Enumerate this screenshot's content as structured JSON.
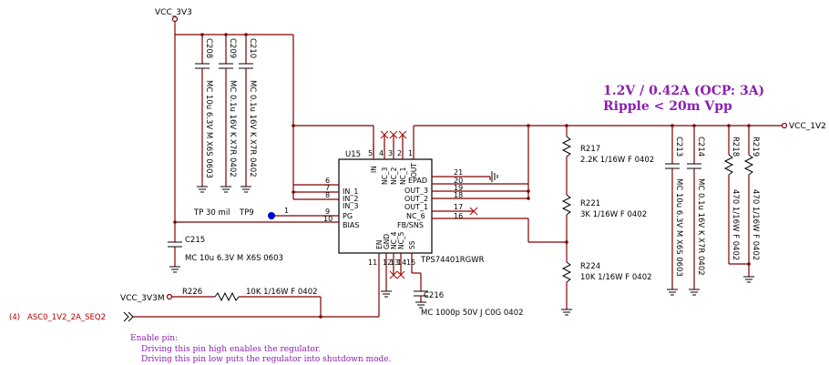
{
  "nets": {
    "vcc_3v3": "VCC_3V3",
    "vcc_1v2": "VCC_1V2",
    "vcc_3v3m": "VCC_3V3M",
    "seq_port_num": "(4)",
    "seq_signal": "ASC0_1V2_2A_SEQ2"
  },
  "spec": {
    "line1": "1.2V / 0.42A (OCP: 3A)",
    "line2": "Ripple < 20m Vpp"
  },
  "ic": {
    "ref": "U15",
    "part": "TPS74401RGWR",
    "left_pins": [
      {
        "num": "6",
        "name": "IN_1"
      },
      {
        "num": "7",
        "name": "IN_2"
      },
      {
        "num": "8",
        "name": "IN_3"
      },
      {
        "num": "9",
        "name": "PG"
      },
      {
        "num": "10",
        "name": "BIAS"
      }
    ],
    "right_pins": [
      {
        "num": "21",
        "name": "EPAD"
      },
      {
        "num": "20",
        "name": "OUT_3"
      },
      {
        "num": "19",
        "name": "OUT_2"
      },
      {
        "num": "18",
        "name": "OUT_1"
      },
      {
        "num": "17",
        "name": "NC_6"
      },
      {
        "num": "16",
        "name": "FB/SNS"
      }
    ],
    "top_pins": [
      {
        "num": "5",
        "name": "IN"
      },
      {
        "num": "4",
        "name": "NC_3"
      },
      {
        "num": "3",
        "name": "NC_2"
      },
      {
        "num": "2",
        "name": "NC_1"
      },
      {
        "num": "1",
        "name": "OUT"
      }
    ],
    "bottom_pins": [
      {
        "num": "11",
        "name": "EN"
      },
      {
        "num": "12",
        "name": "GND"
      },
      {
        "num": "13",
        "name": "NC_4"
      },
      {
        "num": "14",
        "name": "NC_5"
      },
      {
        "num": "15",
        "name": "SS"
      }
    ]
  },
  "caps": {
    "c208": {
      "ref": "C208",
      "value": "MC 10u 6.3V M X6S 0603"
    },
    "c209": {
      "ref": "C209",
      "value": "MC 0.1u 16V K X7R 0402"
    },
    "c210": {
      "ref": "C210",
      "value": "MC 0.1u 16V K X7R 0402"
    },
    "c215": {
      "ref": "C215",
      "value": "MC 10u 6.3V M X6S 0603"
    },
    "c216": {
      "ref": "C216",
      "value": "MC 1000p 50V J C0G 0402"
    },
    "c213": {
      "ref": "C213",
      "value": "MC 10u 6.3V M X6S 0603"
    },
    "c214": {
      "ref": "C214",
      "value": "MC 0.1u 16V K X7R 0402"
    }
  },
  "resistors": {
    "r217": {
      "ref": "R217",
      "value": "2.2K 1/16W F 0402"
    },
    "r221": {
      "ref": "R221",
      "value": "3K 1/16W F 0402"
    },
    "r224": {
      "ref": "R224",
      "value": "10K 1/16W F 0402"
    },
    "r218": {
      "ref": "R218",
      "value": "470 1/16W F 0402"
    },
    "r219": {
      "ref": "R219",
      "value": "470 1/16W F 0402"
    },
    "r226": {
      "ref": "R226",
      "value": "10K 1/16W F 0402"
    }
  },
  "testpoints": {
    "tp_30mil": "TP 30 mil",
    "tp9": "TP9",
    "tp_pin": "1"
  },
  "note": {
    "title": "Enable pin:",
    "line1": "Driving this pin high enables the regulator.",
    "line2": "Driving this pin low puts the regulator into shutdown mode."
  },
  "colors": {
    "wire": "#800000",
    "annotation": "#8b1fb0",
    "testpoint": "#0000cc"
  }
}
